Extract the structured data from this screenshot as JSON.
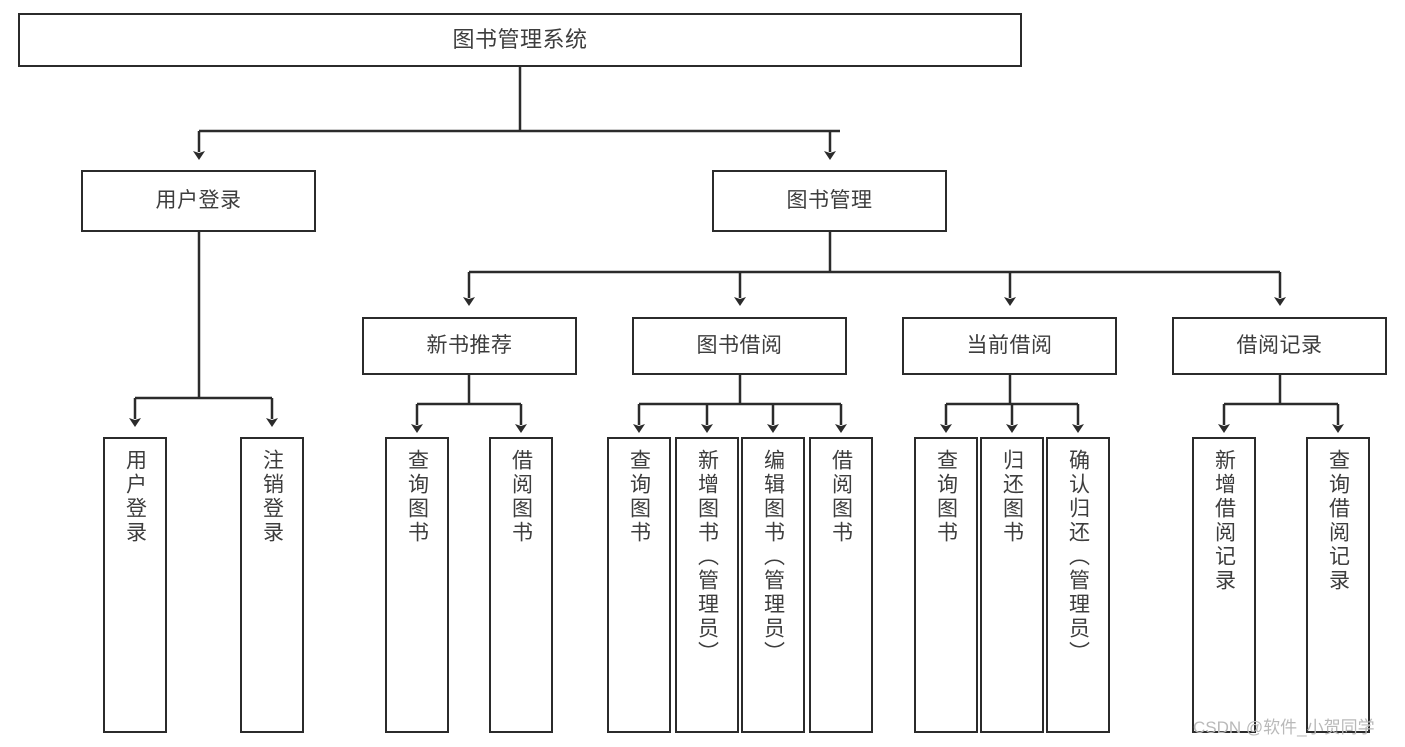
{
  "diagram": {
    "type": "tree",
    "title": "图书管理系统",
    "orientation": "top-down",
    "colors": {
      "node_border": "#2b2b2b",
      "node_fill": "#ffffff",
      "edge": "#2b2b2b",
      "text": "#3d3d3d",
      "background": "#ffffff",
      "watermark": "#b9b9b9"
    },
    "nodes": {
      "root": {
        "label": "图书管理系统"
      },
      "level1": [
        {
          "label": "用户登录"
        },
        {
          "label": "图书管理"
        }
      ],
      "level2": [
        {
          "label": "新书推荐"
        },
        {
          "label": "图书借阅"
        },
        {
          "label": "当前借阅"
        },
        {
          "label": "借阅记录"
        }
      ],
      "leaves_user_login": [
        {
          "label": "用户登录"
        },
        {
          "label": "注销登录"
        }
      ],
      "leaves_new_book": [
        {
          "label": "查询图书"
        },
        {
          "label": "借阅图书"
        }
      ],
      "leaves_borrow": [
        {
          "label": "查询图书"
        },
        {
          "label": "新增图书（管理员）"
        },
        {
          "label": "编辑图书（管理员）"
        },
        {
          "label": "借阅图书"
        }
      ],
      "leaves_current": [
        {
          "label": "查询图书"
        },
        {
          "label": "归还图书"
        },
        {
          "label": "确认归还（管理员）"
        }
      ],
      "leaves_records": [
        {
          "label": "新增借阅记录"
        },
        {
          "label": "查询借阅记录"
        }
      ]
    }
  },
  "watermark": {
    "text": "CSDN @软件_小贺同学"
  }
}
